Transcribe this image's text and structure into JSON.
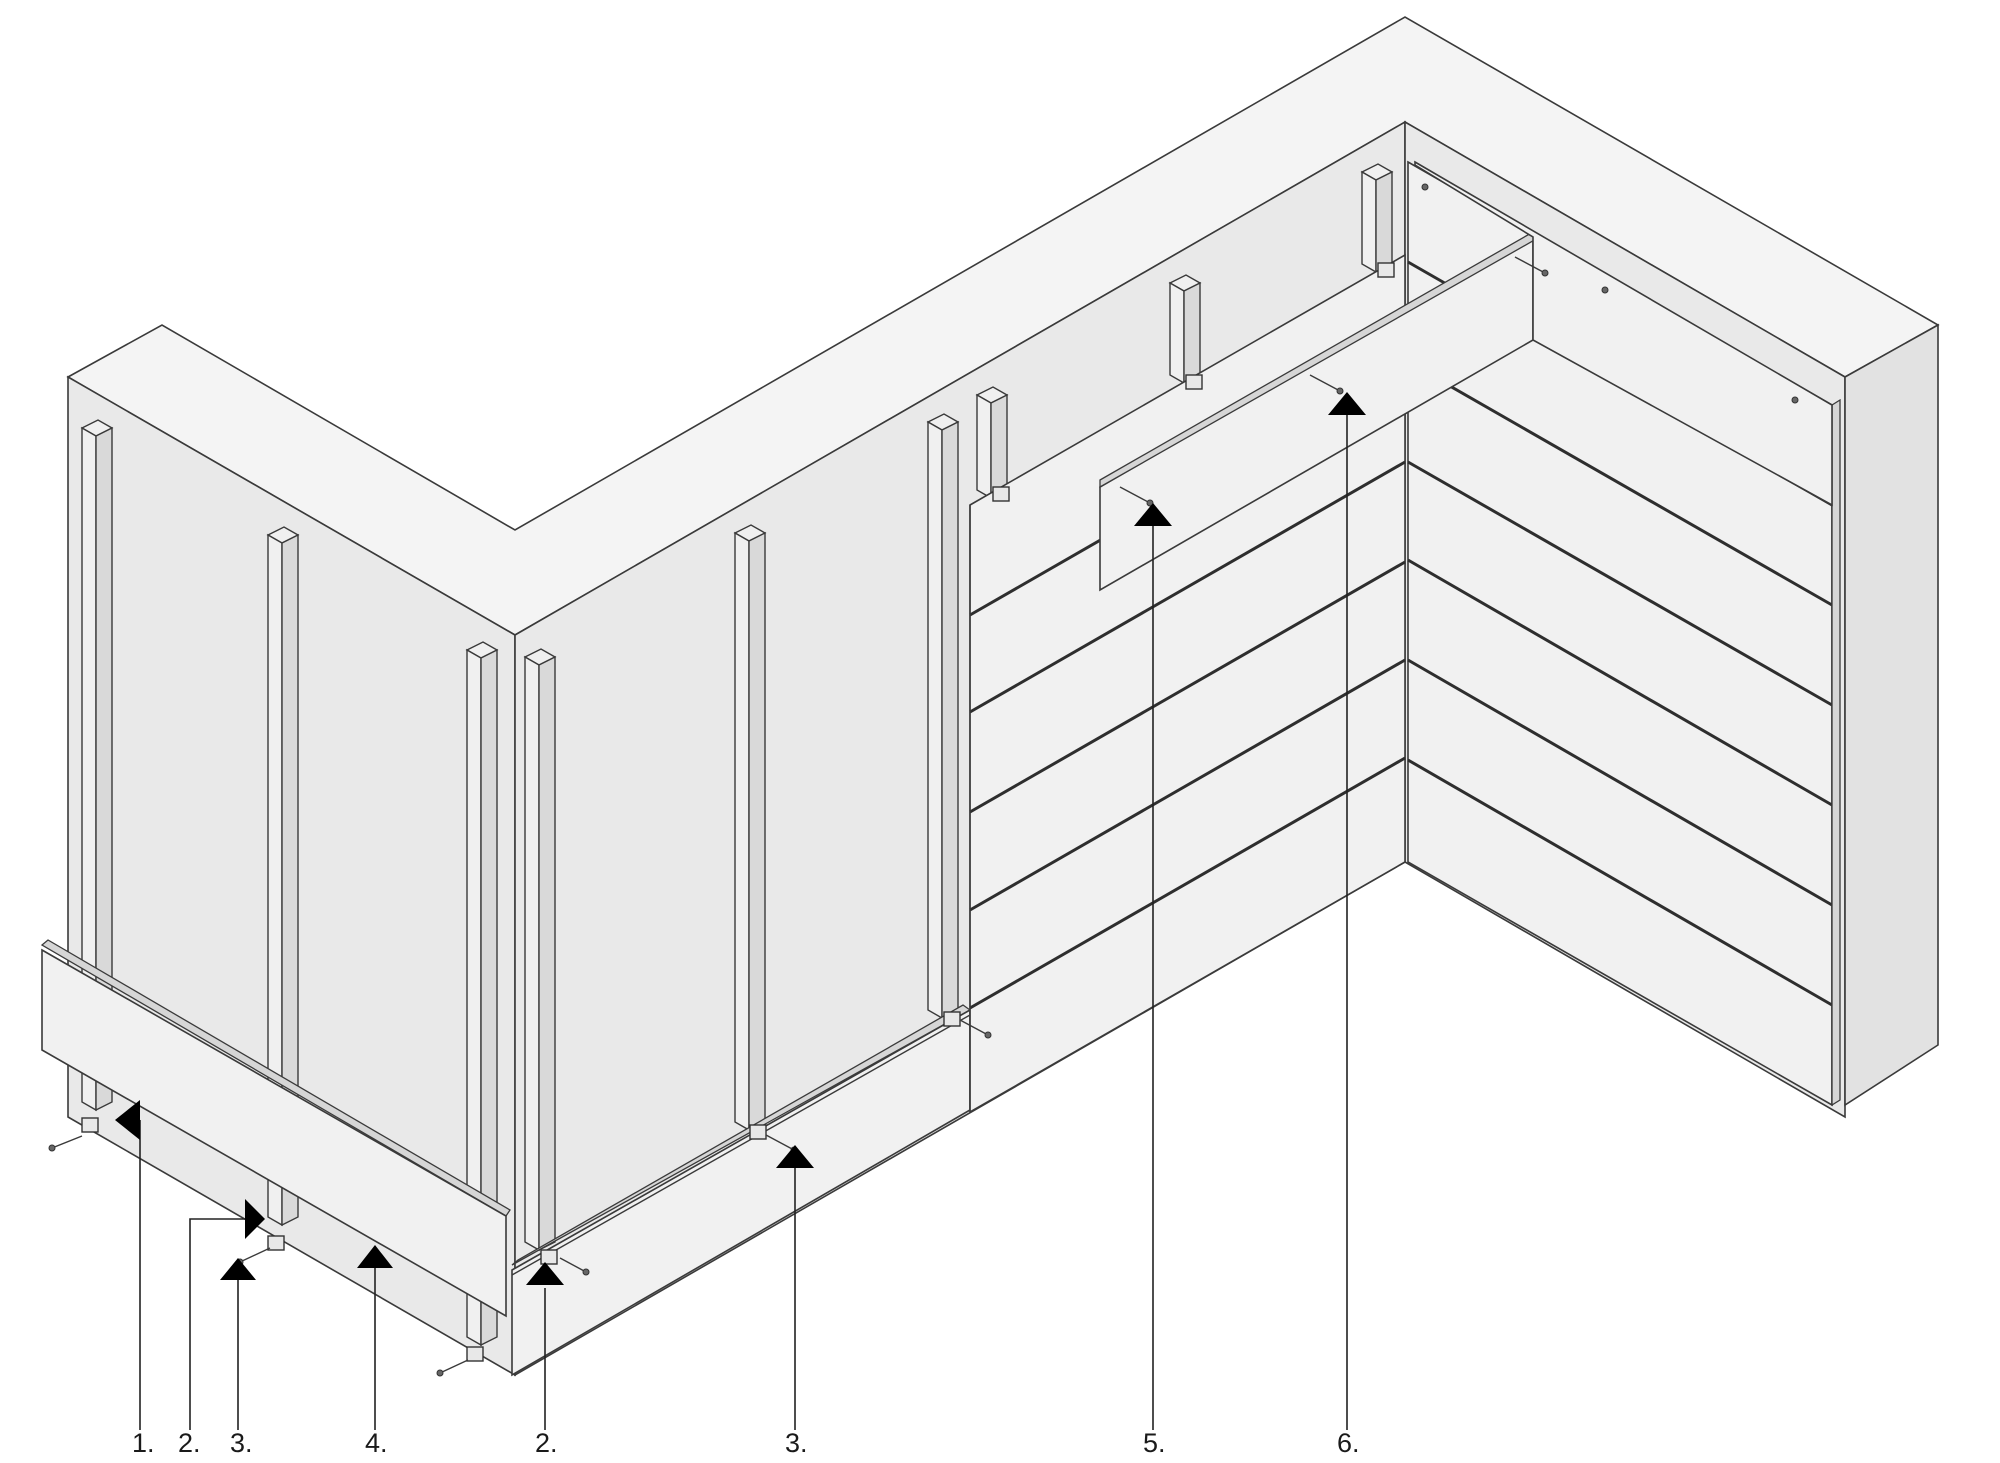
{
  "callouts": [
    {
      "label": "1."
    },
    {
      "label": "2."
    },
    {
      "label": "3."
    },
    {
      "label": "4."
    },
    {
      "label": "2."
    },
    {
      "label": "3."
    },
    {
      "label": "5."
    },
    {
      "label": "6."
    }
  ]
}
